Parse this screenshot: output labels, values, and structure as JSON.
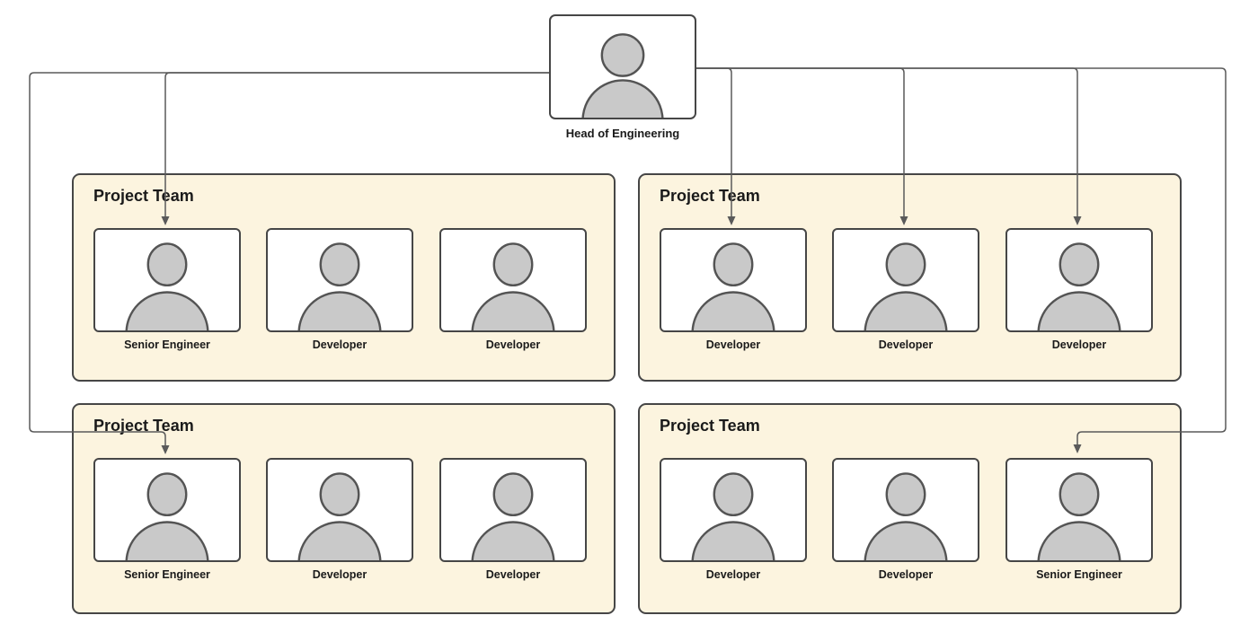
{
  "diagram": {
    "type": "org-chart",
    "root": {
      "id": "head-of-engineering",
      "label": "Head of Engineering",
      "icon": "person-icon"
    },
    "teams": [
      {
        "id": "team-1",
        "position": "top-left",
        "title": "Project Team",
        "members": [
          {
            "role": "Senior Engineer"
          },
          {
            "role": "Developer"
          },
          {
            "role": "Developer"
          }
        ]
      },
      {
        "id": "team-2",
        "position": "top-right",
        "title": "Project Team",
        "members": [
          {
            "role": "Developer"
          },
          {
            "role": "Developer"
          },
          {
            "role": "Developer"
          }
        ]
      },
      {
        "id": "team-3",
        "position": "bottom-left",
        "title": "Project Team",
        "members": [
          {
            "role": "Senior Engineer"
          },
          {
            "role": "Developer"
          },
          {
            "role": "Developer"
          }
        ]
      },
      {
        "id": "team-4",
        "position": "bottom-right",
        "title": "Project Team",
        "members": [
          {
            "role": "Developer"
          },
          {
            "role": "Developer"
          },
          {
            "role": "Senior Engineer"
          }
        ]
      }
    ],
    "edges": [
      {
        "from": "head-of-engineering",
        "to": "team-1.member-1",
        "style": "orthogonal-arrow"
      },
      {
        "from": "head-of-engineering",
        "to": "team-2.member-1",
        "style": "orthogonal-arrow"
      },
      {
        "from": "head-of-engineering",
        "to": "team-2.member-2",
        "style": "orthogonal-arrow"
      },
      {
        "from": "head-of-engineering",
        "to": "team-2.member-3",
        "style": "orthogonal-arrow"
      },
      {
        "from": "head-of-engineering",
        "to": "team-3.member-1",
        "style": "orthogonal-arrow"
      },
      {
        "from": "head-of-engineering",
        "to": "team-4.member-3",
        "style": "orthogonal-arrow"
      }
    ],
    "colors": {
      "team_fill": "#fcf4df",
      "node_fill": "#ffffff",
      "border": "#464646",
      "connector": "#5a5a5a",
      "person_fill": "#c9c9c9",
      "person_stroke": "#545454",
      "text": "#1a1a1a",
      "background": "#ffffff"
    }
  }
}
